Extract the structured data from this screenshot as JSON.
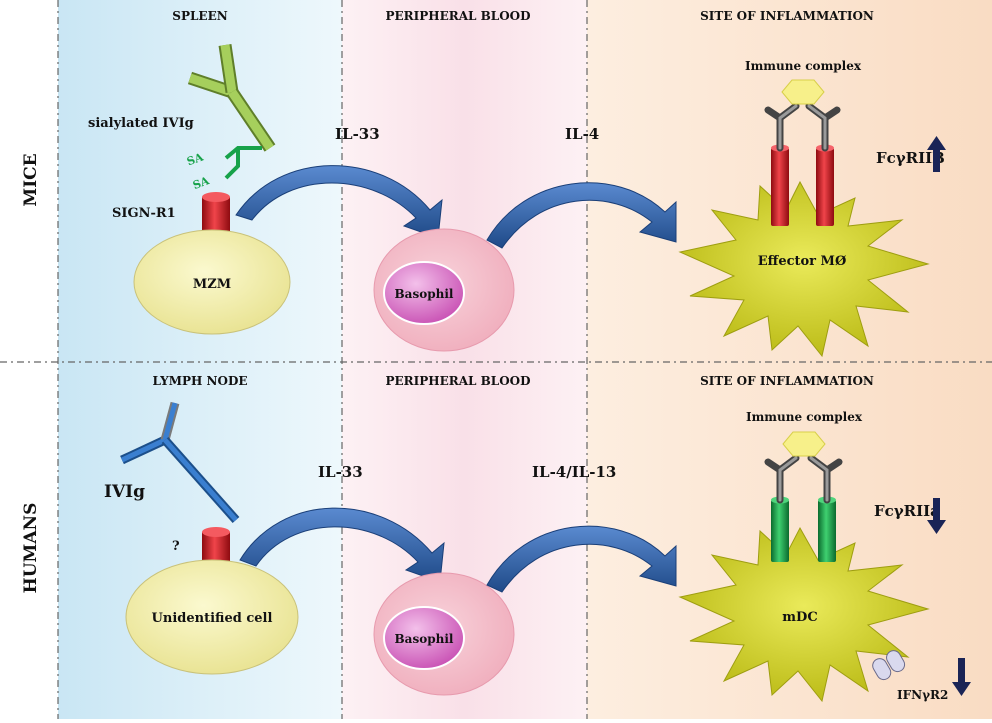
{
  "rows": {
    "mice": "MICE",
    "humans": "HUMANS"
  },
  "top": {
    "zone1": "SPLEEN",
    "zone2": "PERIPHERAL BLOOD",
    "zone3": "SITE OF INFLAMMATION",
    "ivig_label": "sialylated IVIg",
    "sa1": "SA",
    "sa2": "SA",
    "receptor_label": "SIGN-R1",
    "cell_label": "MZM",
    "cytokine1": "IL-33",
    "cytokine2": "IL-4",
    "basophil": "Basophil",
    "immune_complex": "Immune complex",
    "fc_receptor": "FcγRIIB",
    "effector": "Effector  MØ"
  },
  "bottom": {
    "zone1": "LYMPH NODE",
    "zone2": "PERIPHERAL BLOOD",
    "zone3": "SITE OF INFLAMMATION",
    "ivig_label": "IVIg",
    "receptor_label": "?",
    "cell_label": "Unidentified cell",
    "cytokine1": "IL-33",
    "cytokine2": "IL-4/IL-13",
    "basophil": "Basophil",
    "immune_complex": "Immune complex",
    "fc_receptor": "FcγRIIa",
    "effector": "mDC",
    "ifn_receptor": "IFNγR2"
  },
  "colors": {
    "arrow": "#2e5d9c",
    "receptor_red": "#d8111a",
    "receptor_green": "#17a24a",
    "cell_yellow": "#f5f2a6",
    "basophil": "#f2b8c3",
    "star": "#d4d41a",
    "down_arrow": "#1a2456"
  }
}
